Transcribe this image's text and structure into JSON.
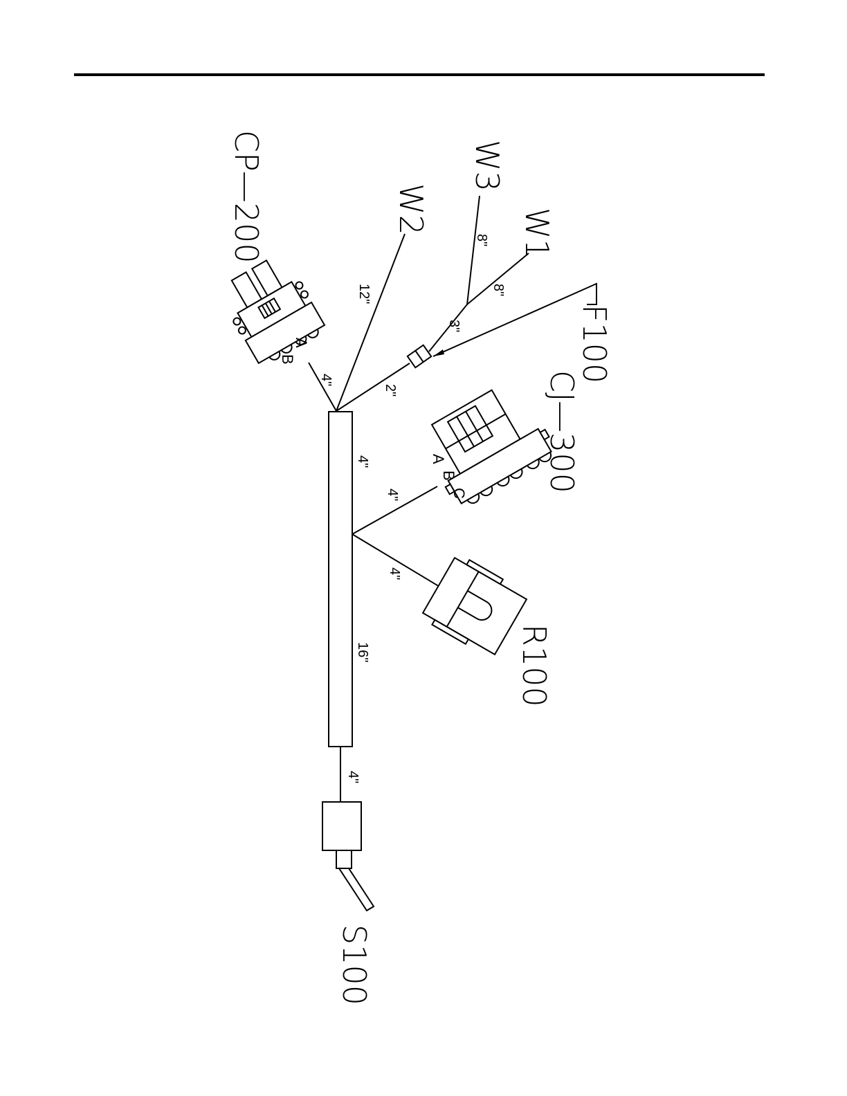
{
  "components": {
    "cp200": {
      "label": "CP—200",
      "pins": [
        "B",
        "A"
      ]
    },
    "cj300": {
      "label": "CJ—300",
      "pins": [
        "A",
        "B",
        "C"
      ]
    },
    "f100": {
      "label": "F100"
    },
    "r100": {
      "label": "R100"
    },
    "s100": {
      "label": "S100"
    },
    "w1": {
      "label": "W1"
    },
    "w2": {
      "label": "W2"
    },
    "w3": {
      "label": "W3"
    }
  },
  "dimensions": {
    "cp200_lead": "4\"",
    "w2_lead": "12\"",
    "branch_lead": "2\"",
    "fuse_lead": "3\"",
    "w1_lead": "8\"",
    "w3_lead": "8\"",
    "trunk_upper": "4\"",
    "cj300_lead": "4\"",
    "r100_lead": "4\"",
    "trunk_main": "16\"",
    "s100_lead": "4\""
  }
}
